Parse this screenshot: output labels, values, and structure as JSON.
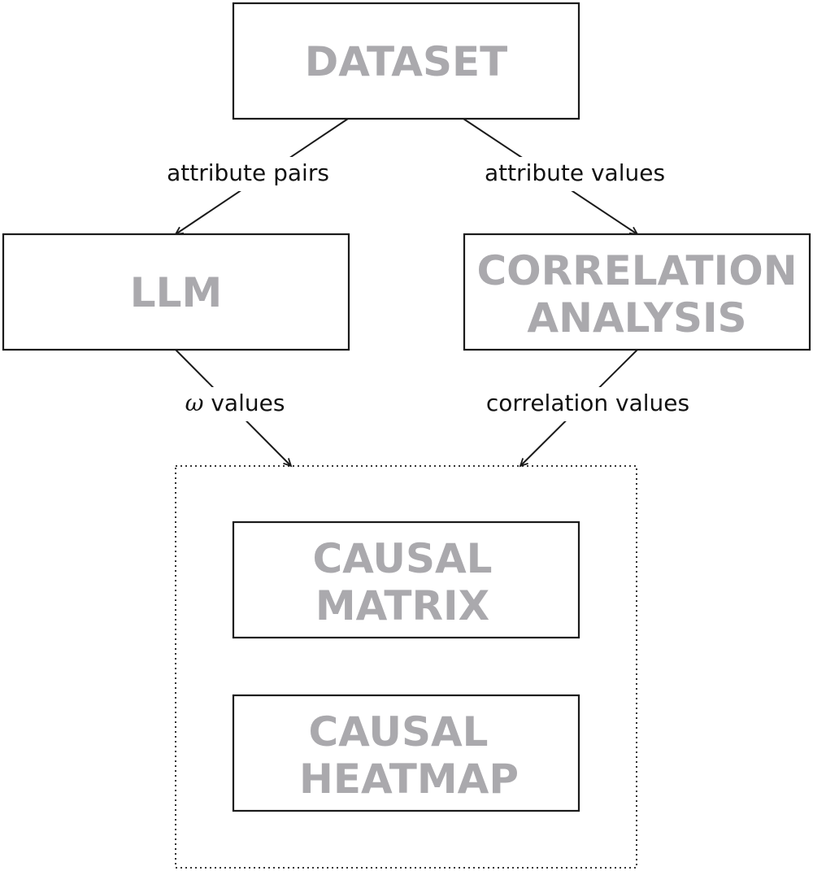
{
  "nodes": {
    "dataset": {
      "lines": [
        "DATASET"
      ]
    },
    "llm": {
      "lines": [
        "LLM"
      ]
    },
    "correlation": {
      "lines": [
        "CORRELATION",
        "ANALYSIS"
      ]
    },
    "causal_matrix": {
      "lines": [
        "CAUSAL",
        "MATRIX"
      ]
    },
    "causal_heatmap": {
      "lines": [
        "CAUSAL",
        "HEATMAP"
      ]
    }
  },
  "edges": {
    "dataset_to_llm": {
      "label": "attribute pairs"
    },
    "dataset_to_correlation": {
      "label": "attribute values"
    },
    "llm_to_output": {
      "symbol": "ω",
      "label": " values"
    },
    "correlation_to_output": {
      "label": "correlation values"
    }
  },
  "colors": {
    "node_text": "#aaa9ad",
    "edge_text": "#111111",
    "stroke": "#1a1a1a"
  }
}
